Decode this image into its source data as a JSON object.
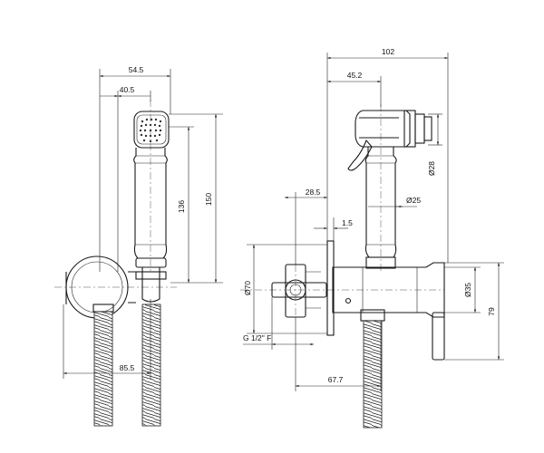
{
  "dimensions": {
    "left_width_overall": "54.5",
    "left_width_head": "40.5",
    "left_height_handle": "136",
    "left_height_overall": "150",
    "left_width_bottom": "85.5",
    "right_width_overall": "102",
    "right_head_offset": "45.2",
    "right_valve_width": "28.5",
    "right_plate_thickness": "1.5",
    "right_head_diameter": "Ø28",
    "right_handle_diameter": "Ø25",
    "right_plate_diameter": "Ø70",
    "right_body_diameter": "Ø35",
    "right_height": "79",
    "right_thread": "G 1/2\" F",
    "right_depth": "67.7"
  },
  "colors": {
    "line": "#1a1a1a",
    "background": "#ffffff"
  }
}
